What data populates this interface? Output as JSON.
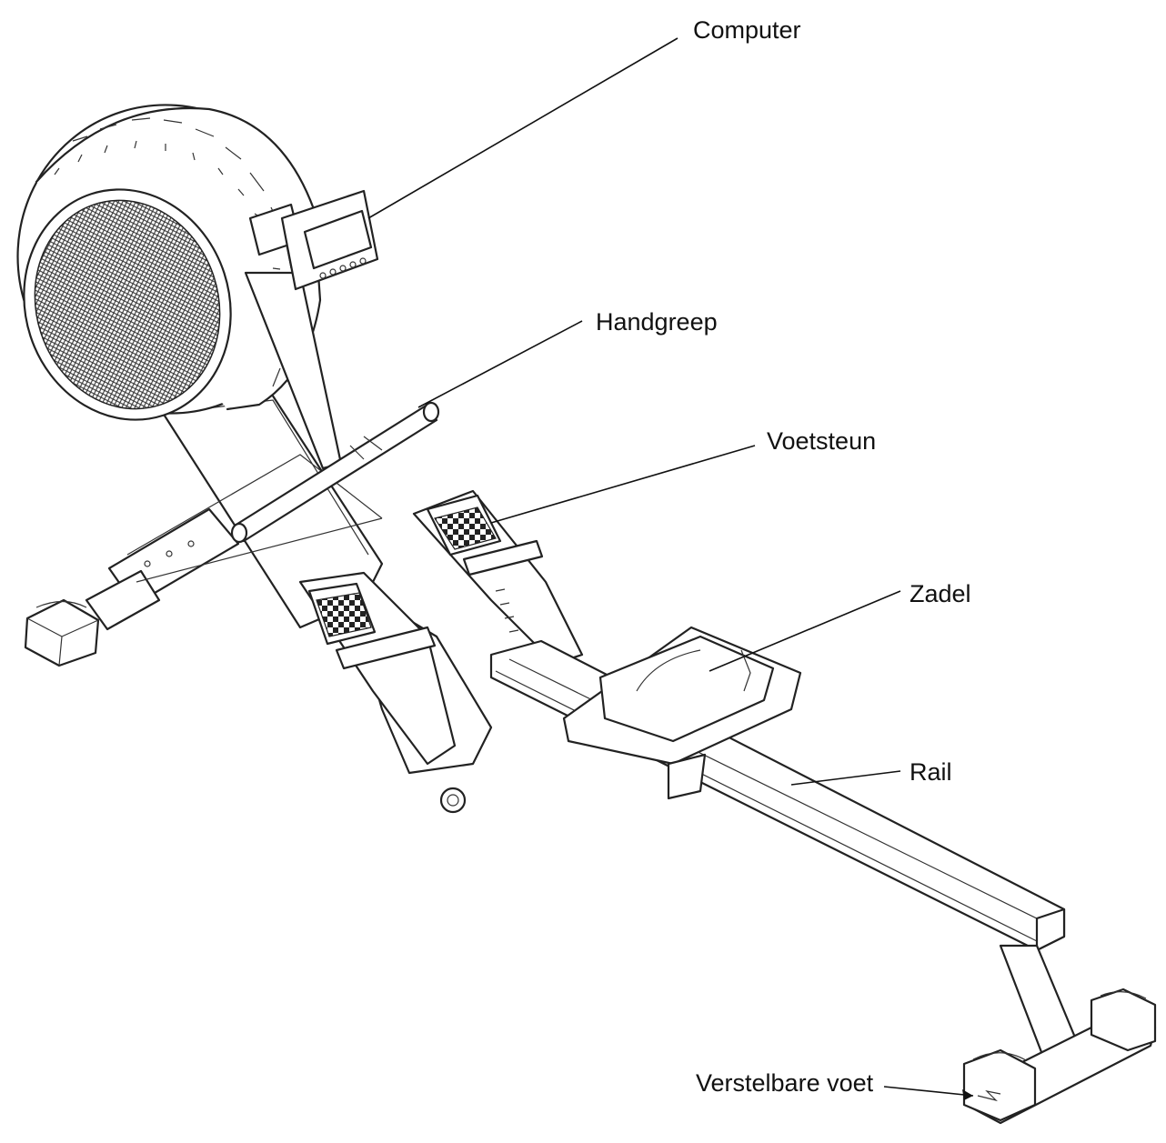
{
  "labels": {
    "computer": "Computer",
    "handgreep": "Handgreep",
    "voetsteun": "Voetsteun",
    "zadel": "Zadel",
    "rail": "Rail",
    "verstelbare_voet": "Verstelbare voet"
  }
}
